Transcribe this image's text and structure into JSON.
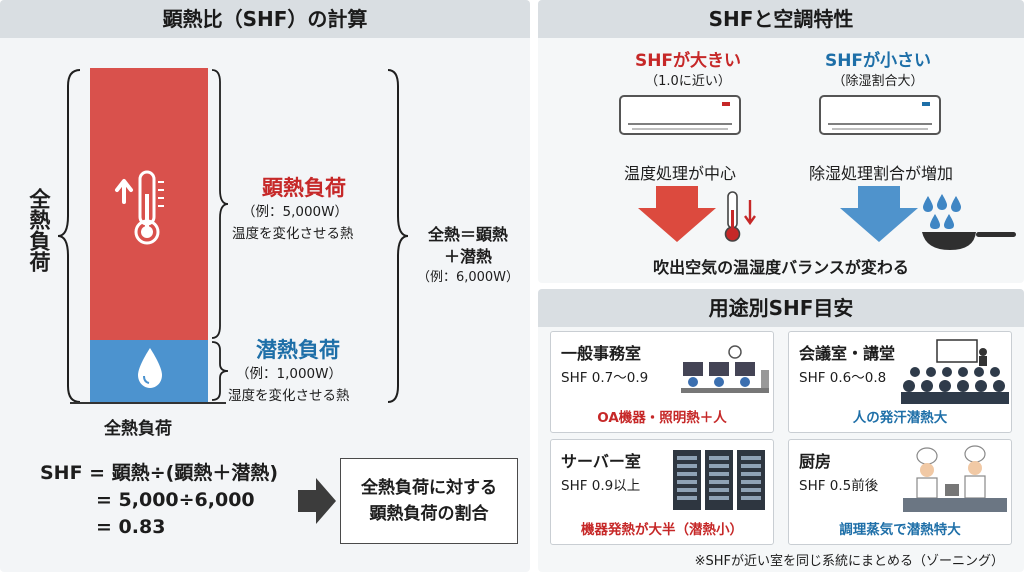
{
  "left": {
    "title": "顕熱比（SHF）の計算",
    "total_side_label": "全熱負荷",
    "sensible": {
      "title": "顕熱負荷",
      "example": "（例：5,000W）",
      "desc": "温度を変化させる熱"
    },
    "latent": {
      "title": "潜熱負荷",
      "example": "（例：1,000W）",
      "desc": "湿度を変化させる熱"
    },
    "total_eq": {
      "line1": "全熱＝顕熱",
      "line2": "＋潜熱",
      "line3": "（例：6,000W）"
    },
    "bottom_label": "全熱負荷",
    "formula": {
      "line1": "SHF = 顕熱÷(顕熱＋潜熱)",
      "line2": "= 5,000÷6,000",
      "line3": "= 0.83"
    },
    "result": {
      "line1": "全熱負荷に対する",
      "line2": "顕熱負荷の割合"
    }
  },
  "right_top": {
    "title": "SHFと空調特性",
    "high": {
      "title": "SHFが大きい",
      "sub": "（1.0に近い）",
      "desc": "温度処理が中心"
    },
    "low": {
      "title": "SHFが小さい",
      "sub": "（除湿割合大）",
      "desc": "除湿処理割合が増加"
    },
    "caption": "吹出空気の温湿度バランスが変わる"
  },
  "right_bottom": {
    "title": "用途別SHF目安",
    "cards": [
      {
        "name": "一般事務室",
        "value": "SHF 0.7〜0.9",
        "note": "OA機器・照明熱＋人",
        "note_color": "#c62828"
      },
      {
        "name": "会議室・講堂",
        "value": "SHF 0.6〜0.8",
        "note": "人の発汗潜熱大",
        "note_color": "#1e6fa8"
      },
      {
        "name": "サーバー室",
        "value": "SHF 0.9以上",
        "note": "機器発熱が大半（潜熱小）",
        "note_color": "#c62828"
      },
      {
        "name": "厨房",
        "value": "SHF 0.5前後",
        "note": "調理蒸気で潜熱特大",
        "note_color": "#1e6fa8"
      }
    ],
    "footnote": "※SHFが近い室を同じ系統にまとめる（ゾーニング）"
  },
  "colors": {
    "sensible": "#d9514c",
    "latent": "#4c93cf",
    "accent_red": "#c62828",
    "accent_blue": "#1e6fa8"
  },
  "icons": [
    "thermometer-icon",
    "water-drop-icon",
    "air-conditioner-icon",
    "down-arrow-icon",
    "dripping-water-icon",
    "frying-pan-icon",
    "office-icon",
    "audience-icon",
    "server-rack-icon",
    "chef-icon"
  ]
}
